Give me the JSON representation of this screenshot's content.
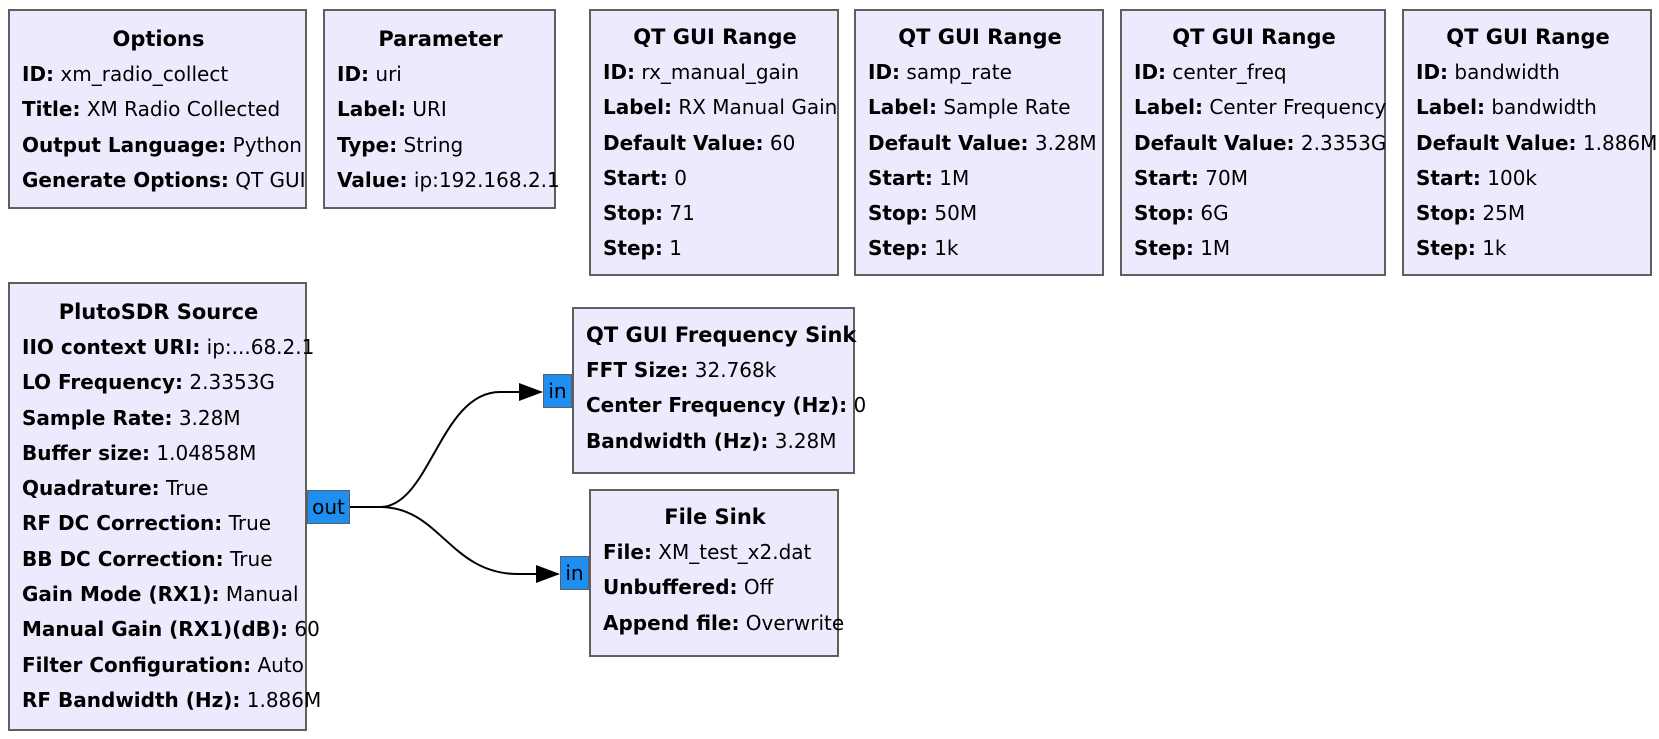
{
  "blocks": {
    "options": {
      "title": "Options",
      "rows": [
        {
          "k": "ID:",
          "v": " xm_radio_collect"
        },
        {
          "k": "Title:",
          "v": " XM Radio Collected"
        },
        {
          "k": "Output Language:",
          "v": " Python"
        },
        {
          "k": "Generate Options:",
          "v": " QT GUI"
        }
      ]
    },
    "parameter": {
      "title": "Parameter",
      "rows": [
        {
          "k": "ID:",
          "v": " uri"
        },
        {
          "k": "Label:",
          "v": " URI"
        },
        {
          "k": "Type:",
          "v": " String"
        },
        {
          "k": "Value:",
          "v": " ip:192.168.2.1"
        }
      ]
    },
    "range_gain": {
      "title": "QT GUI Range",
      "rows": [
        {
          "k": "ID:",
          "v": " rx_manual_gain"
        },
        {
          "k": "Label:",
          "v": " RX Manual Gain"
        },
        {
          "k": "Default Value:",
          "v": " 60"
        },
        {
          "k": "Start:",
          "v": " 0"
        },
        {
          "k": "Stop:",
          "v": " 71"
        },
        {
          "k": "Step:",
          "v": " 1"
        }
      ]
    },
    "range_samp": {
      "title": "QT GUI Range",
      "rows": [
        {
          "k": "ID:",
          "v": " samp_rate"
        },
        {
          "k": "Label:",
          "v": " Sample Rate"
        },
        {
          "k": "Default Value:",
          "v": " 3.28M"
        },
        {
          "k": "Start:",
          "v": " 1M"
        },
        {
          "k": "Stop:",
          "v": " 50M"
        },
        {
          "k": "Step:",
          "v": " 1k"
        }
      ]
    },
    "range_freq": {
      "title": "QT GUI Range",
      "rows": [
        {
          "k": "ID:",
          "v": " center_freq"
        },
        {
          "k": "Label:",
          "v": " Center Frequency"
        },
        {
          "k": "Default Value:",
          "v": " 2.3353G"
        },
        {
          "k": "Start:",
          "v": " 70M"
        },
        {
          "k": "Stop:",
          "v": " 6G"
        },
        {
          "k": "Step:",
          "v": " 1M"
        }
      ]
    },
    "range_bw": {
      "title": "QT GUI Range",
      "rows": [
        {
          "k": "ID:",
          "v": " bandwidth"
        },
        {
          "k": "Label:",
          "v": " bandwidth"
        },
        {
          "k": "Default Value:",
          "v": " 1.886M"
        },
        {
          "k": "Start:",
          "v": " 100k"
        },
        {
          "k": "Stop:",
          "v": " 25M"
        },
        {
          "k": "Step:",
          "v": " 1k"
        }
      ]
    },
    "pluto": {
      "title": "PlutoSDR Source",
      "rows": [
        {
          "k": "IIO context URI:",
          "v": " ip:...68.2.1"
        },
        {
          "k": "LO Frequency:",
          "v": " 2.3353G"
        },
        {
          "k": "Sample Rate:",
          "v": " 3.28M"
        },
        {
          "k": "Buffer size:",
          "v": " 1.04858M"
        },
        {
          "k": "Quadrature:",
          "v": " True"
        },
        {
          "k": "RF DC Correction:",
          "v": " True"
        },
        {
          "k": "BB DC Correction:",
          "v": " True"
        },
        {
          "k": "Gain Mode (RX1):",
          "v": " Manual"
        },
        {
          "k": "Manual Gain (RX1)(dB):",
          "v": " 60"
        },
        {
          "k": "Filter Configuration:",
          "v": " Auto"
        },
        {
          "k": "RF Bandwidth (Hz):",
          "v": " 1.886M"
        }
      ],
      "port": "out"
    },
    "freq_sink": {
      "title": "QT GUI Frequency Sink",
      "rows": [
        {
          "k": "FFT Size:",
          "v": " 32.768k"
        },
        {
          "k": "Center Frequency (Hz):",
          "v": " 0"
        },
        {
          "k": "Bandwidth (Hz):",
          "v": " 3.28M"
        }
      ],
      "port": "in"
    },
    "file_sink": {
      "title": "File Sink",
      "rows": [
        {
          "k": "File:",
          "v": " XM_test_x2.dat"
        },
        {
          "k": "Unbuffered:",
          "v": " Off"
        },
        {
          "k": "Append file:",
          "v": " Overwrite"
        }
      ],
      "port": "in"
    }
  },
  "colors": {
    "block_fill": "#eeeafd",
    "block_border": "#5f5f5f",
    "port_fill": "#1e8ff0",
    "wire": "#000000"
  }
}
